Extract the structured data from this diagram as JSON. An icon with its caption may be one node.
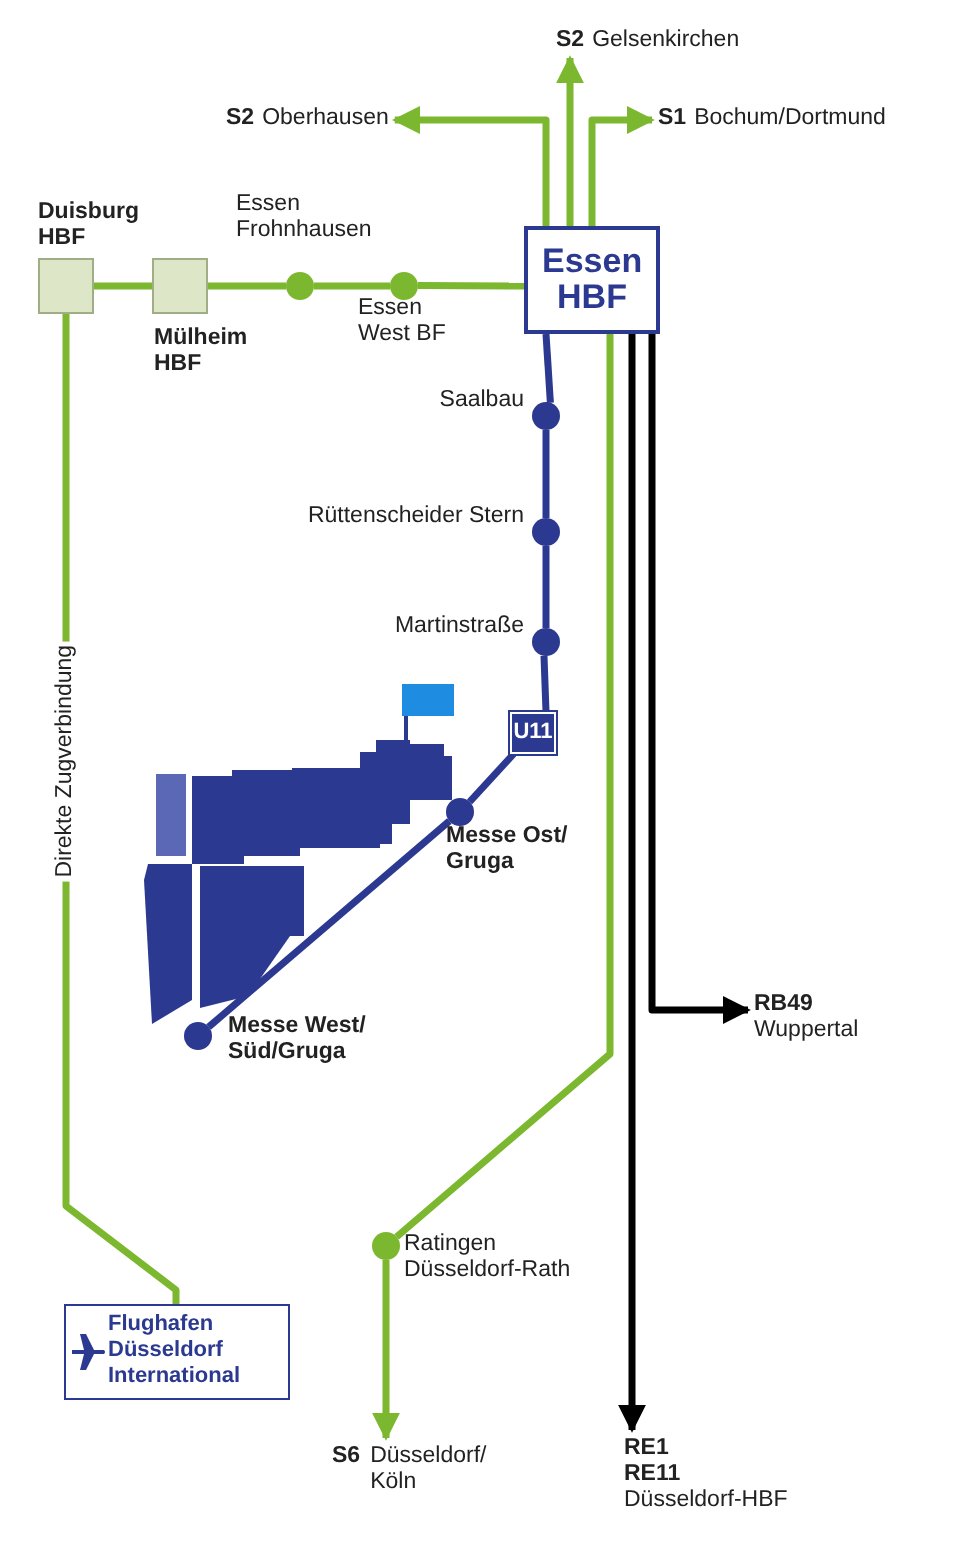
{
  "diagram": {
    "nodes": [
      {
        "text": [
          "Duisburg HBF"
        ]
      },
      {
        "text": [
          "Mülheim HBF"
        ]
      },
      {
        "text": [
          "Essen Frohnhausen"
        ]
      },
      {
        "text": [
          "Essen West BF"
        ]
      },
      {
        "text": [
          "Essen HBF"
        ]
      },
      {
        "text": [
          "S2",
          "Oberhausen"
        ]
      },
      {
        "text": [
          "S2",
          "Gelsenkirchen"
        ]
      },
      {
        "text": [
          "S1",
          "Bochum/Dortmund"
        ]
      },
      {
        "text": [
          "Saalbau"
        ]
      },
      {
        "text": [
          "Rüttenscheider Stern"
        ]
      },
      {
        "text": [
          "Martinstraße"
        ]
      },
      {
        "text": [
          "U11"
        ]
      },
      {
        "text": [
          "Messe Ost/ Gruga"
        ]
      },
      {
        "text": [
          "Messe West/ Süd/Gruga"
        ]
      },
      {
        "text": [
          "RB49",
          "Wuppertal"
        ]
      },
      {
        "text": [
          "Ratingen Düsseldorf-Rath"
        ]
      },
      {
        "text": [
          "S6",
          "Düsseldorf/ Köln"
        ]
      },
      {
        "text": [
          "RE1 RE11",
          "Düsseldorf-HBF"
        ]
      },
      {
        "text": [
          "Flughafen Düsseldorf International"
        ]
      }
    ],
    "edges": [
      {
        "from": 0,
        "to": 1,
        "arrow": "none"
      },
      {
        "from": 1,
        "to": 2,
        "arrow": "none"
      },
      {
        "from": 2,
        "to": 3,
        "arrow": "none"
      },
      {
        "from": 3,
        "to": 4,
        "arrow": "none"
      },
      {
        "from": 0,
        "to": 18,
        "arrow": "none",
        "label": "Direkte Zugverbindung"
      },
      {
        "from": 4,
        "to": 5,
        "arrow": "to"
      },
      {
        "from": 4,
        "to": 6,
        "arrow": "to"
      },
      {
        "from": 4,
        "to": 7,
        "arrow": "to"
      },
      {
        "from": 4,
        "to": 8,
        "arrow": "none",
        "color": "#2b3990"
      },
      {
        "from": 8,
        "to": 9,
        "arrow": "none",
        "color": "#2b3990"
      },
      {
        "from": 9,
        "to": 10,
        "arrow": "none",
        "color": "#2b3990"
      },
      {
        "from": 10,
        "to": 11,
        "arrow": "none",
        "color": "#2b3990"
      },
      {
        "from": 11,
        "to": 12,
        "arrow": "none",
        "color": "#2b3990"
      },
      {
        "from": 12,
        "to": 13,
        "arrow": "none",
        "color": "#2b3990"
      },
      {
        "from": 4,
        "to": 14,
        "arrow": "to",
        "color": "#000000"
      },
      {
        "from": 4,
        "to": 15,
        "arrow": "none"
      },
      {
        "from": 15,
        "to": 16,
        "arrow": "to"
      },
      {
        "from": 4,
        "to": 17,
        "arrow": "to",
        "color": "#000000"
      }
    ]
  }
}
